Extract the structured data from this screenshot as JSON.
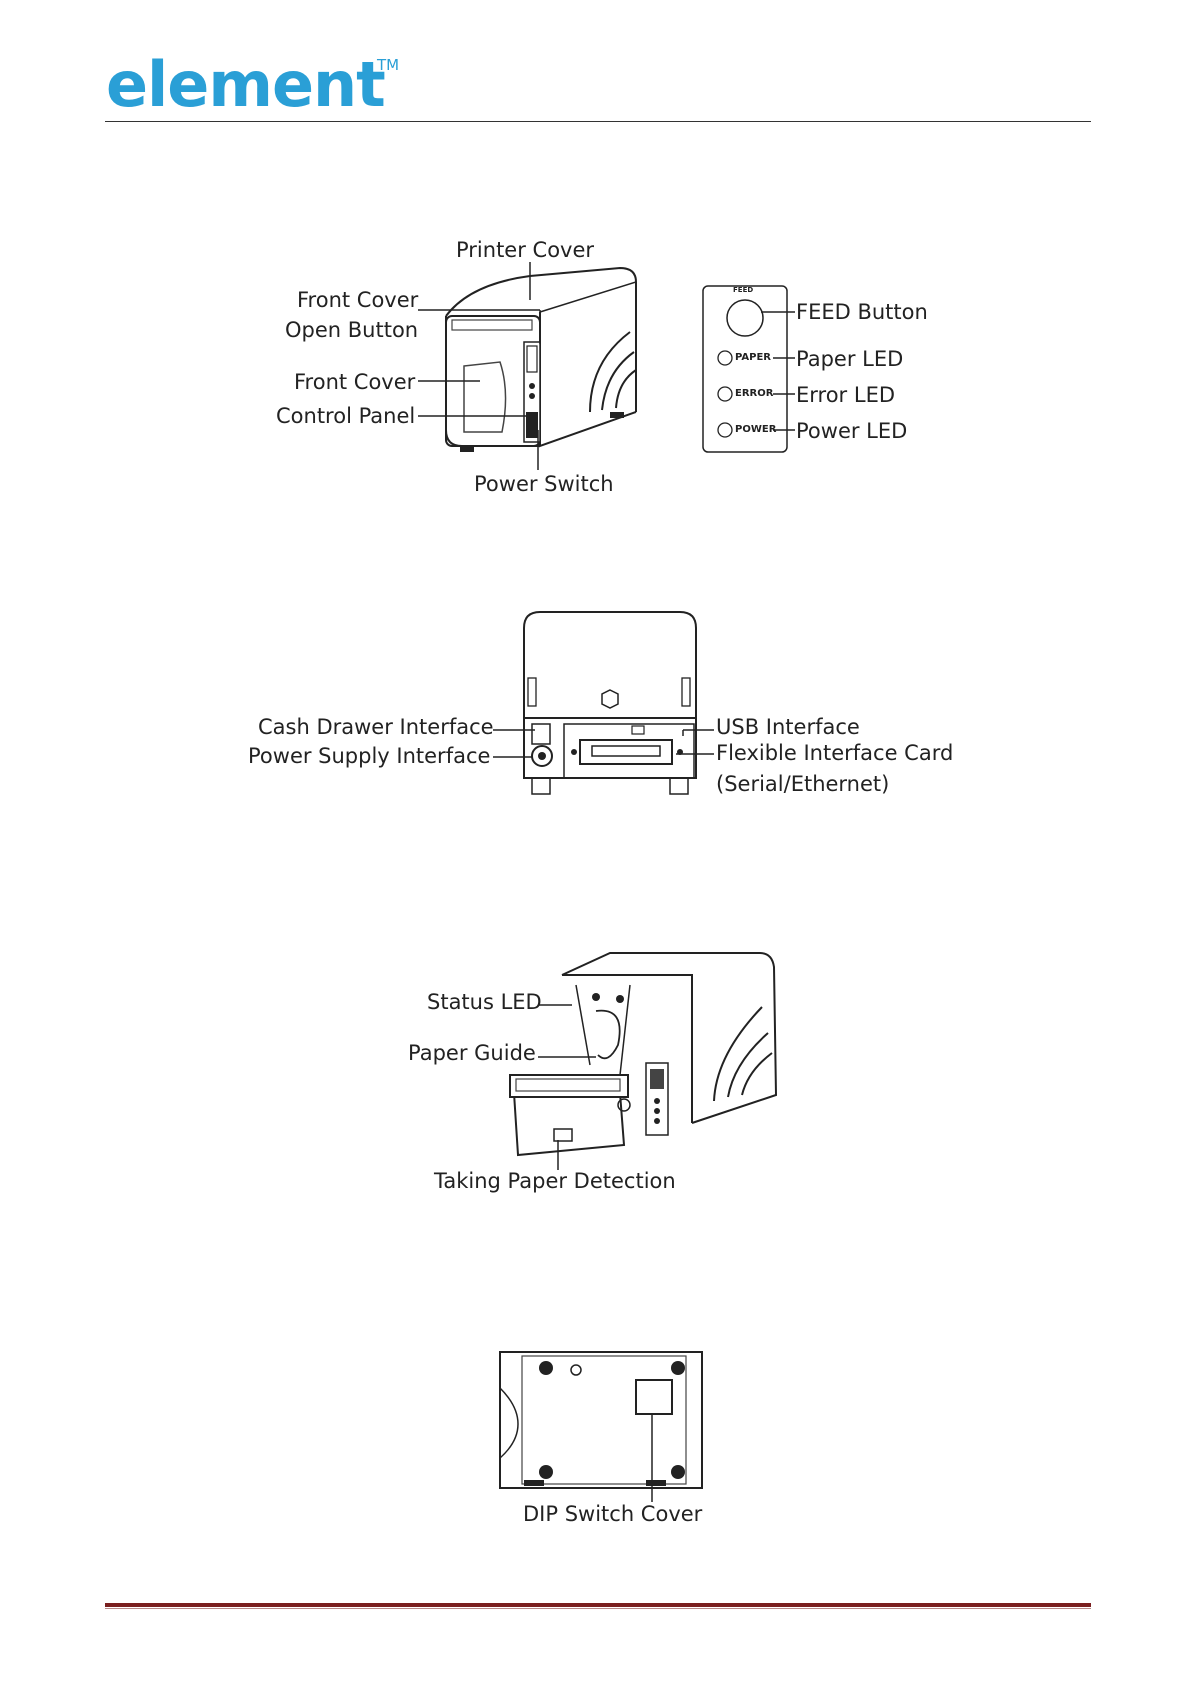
{
  "header": {
    "logo_text": "element",
    "tm": "TM"
  },
  "front_view": {
    "printer_cover": "Printer Cover",
    "front_cover_open_1": "Front Cover",
    "front_cover_open_2": "Open Button",
    "front_cover": "Front Cover",
    "control_panel": "Control Panel",
    "power_switch": "Power Switch"
  },
  "control_panel_detail": {
    "feed_caption": "FEED",
    "feed_button": "FEED Button",
    "paper_caption": "PAPER",
    "paper_led": "Paper LED",
    "error_caption": "ERROR",
    "error_led": "Error LED",
    "power_caption": "POWER",
    "power_led": "Power LED"
  },
  "rear_view": {
    "cash_drawer": "Cash Drawer Interface",
    "power_supply": "Power Supply Interface",
    "usb": "USB Interface",
    "flex_card": "Flexible Interface Card",
    "flex_card_sub": "(Serial/Ethernet)"
  },
  "open_view": {
    "status_led": "Status LED",
    "paper_guide": "Paper Guide",
    "taking_paper": "Taking Paper Detection"
  },
  "bottom_view": {
    "dip_cover": "DIP Switch Cover"
  },
  "colors": {
    "brand": "#2a9fd6",
    "footer_rule": "#7a1f1f"
  }
}
